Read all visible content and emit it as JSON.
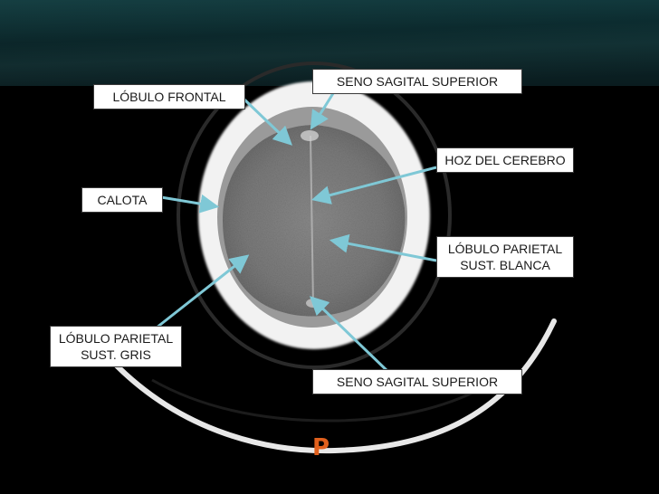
{
  "labels": {
    "seno_sagital_superior_top": "SENO SAGITAL SUPERIOR",
    "lobulo_frontal": "LÓBULO FRONTAL",
    "hoz_del_cerebro": "HOZ DEL CEREBRO",
    "calota": "CALOTA",
    "lobulo_parietal_blanca_line1": "LÓBULO PARIETAL",
    "lobulo_parietal_blanca_line2": "SUST. BLANCA",
    "lobulo_parietal_gris_line1": "LÓBULO PARIETAL",
    "lobulo_parietal_gris_line2": "SUST. GRIS",
    "seno_sagital_superior_bottom": "SENO SAGITAL SUPERIOR"
  },
  "orientation_marker": "P",
  "colors": {
    "arrow": "#7fc8d6",
    "label_bg": "#ffffff",
    "orientation_marker": "#e0601d"
  }
}
